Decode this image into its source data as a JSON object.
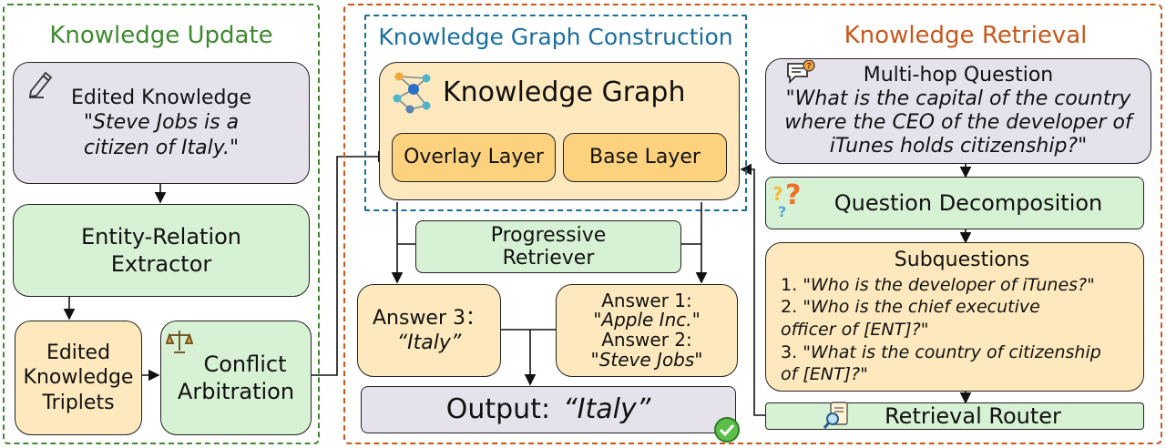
{
  "knowledge_update": {
    "title": "Knowledge Update",
    "edited_knowledge": {
      "label": "Edited Knowledge",
      "text_line1": "\"Steve Jobs is a",
      "text_line2": "citizen of Italy.\""
    },
    "extractor": {
      "line1": "Entity-Relation",
      "line2": "Extractor"
    },
    "triplets": {
      "line1": "Edited",
      "line2": "Knowledge",
      "line3": "Triplets"
    },
    "arbitration": {
      "line1": "Conflict",
      "line2": "Arbitration"
    }
  },
  "kg_construction": {
    "title": "Knowledge Graph Construction",
    "kg_label": "Knowledge Graph",
    "overlay_layer": "Overlay Layer",
    "base_layer": "Base Layer"
  },
  "middle": {
    "retriever": {
      "line1": "Progressive",
      "line2": "Retriever"
    },
    "answer3": {
      "label": "Answer 3：",
      "value": "“Italy”"
    },
    "answer12": {
      "a1_label": "Answer 1:",
      "a1_value": "\"Apple Inc.\"",
      "a2_label": "Answer 2:",
      "a2_value": "\"Steve Jobs\""
    },
    "output": {
      "label": "Output:",
      "value": "“Italy”"
    }
  },
  "knowledge_retrieval": {
    "title": "Knowledge Retrieval",
    "multihop": {
      "label": "Multi-hop Question",
      "line1": "\"What is the capital of the country",
      "line2": "where the CEO of the developer of",
      "line3": "iTunes holds citizenship?\""
    },
    "decomposition": "Question Decomposition",
    "subquestions": {
      "title": "Subquestions",
      "q1_num": "1.",
      "q1": "\"Who is the developer of iTunes?\"",
      "q2_num": "2.",
      "q2a": "\"Who is the chief executive",
      "q2b": "officer of [ENT]?\"",
      "q3_num": "3.",
      "q3a": "\"What is the country of citizenship",
      "q3b": "of [ENT]?\""
    },
    "router": "Retrieval Router"
  },
  "colors": {
    "update_green": "#3e8a2e",
    "kgc_blue": "#1a6e9c",
    "retrieval_orange": "#c8571b",
    "purple_box": "#e6e2ec",
    "green_box": "#d6f1d3",
    "yellow_box": "#fde9bd"
  },
  "icons": [
    "pencil-icon",
    "network-graph-icon",
    "balance-scale-icon",
    "chat-question-icon",
    "question-marks-icon",
    "search-document-icon",
    "check-circle-icon"
  ]
}
